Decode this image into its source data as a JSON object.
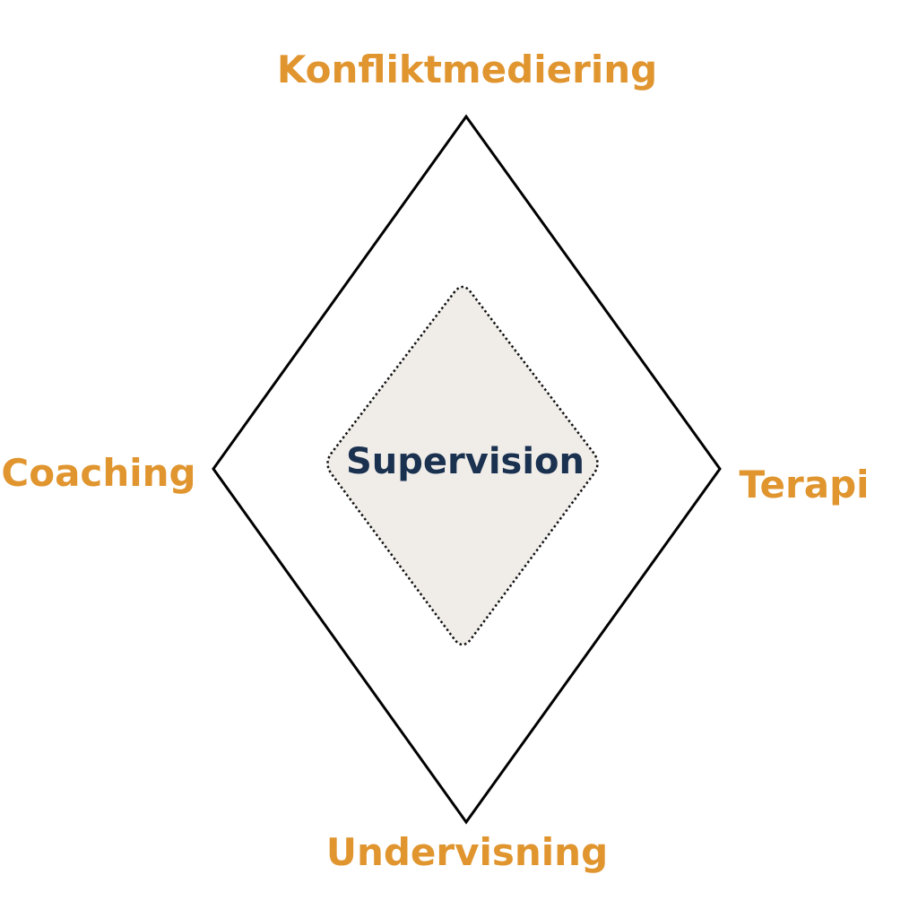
{
  "diagram": {
    "top_label": "Konfliktmediering",
    "left_label": "Coaching",
    "right_label": "Terapi",
    "bottom_label": "Undervisning",
    "center_label": "Supervision"
  },
  "colors": {
    "label": "#E0952F",
    "center_text": "#1B3150",
    "center_fill": "#F0EDE9",
    "outline": "#000000"
  }
}
